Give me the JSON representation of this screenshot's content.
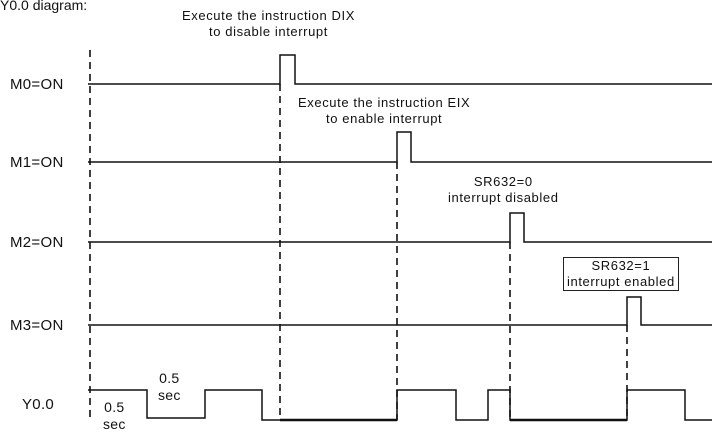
{
  "caption": "Y0.0 diagram:",
  "signals": [
    {
      "label": "M0=ON"
    },
    {
      "label": "M1=ON"
    },
    {
      "label": "M2=ON"
    },
    {
      "label": "M3=ON"
    },
    {
      "label": "Y0.0"
    }
  ],
  "annotations": {
    "dix": {
      "line1": "Execute the instruction DIX",
      "line2": "to disable interrupt"
    },
    "eix": {
      "line1": "Execute the instruction EIX",
      "line2": "to enable interrupt"
    },
    "sr_disabled": {
      "line1": "SR632=0",
      "line2": "interrupt disabled"
    },
    "sr_enabled": {
      "line1": "SR632=1",
      "line2": "interrupt enabled"
    }
  },
  "period_labels": {
    "low": {
      "line1": "0.5",
      "line2": "sec"
    },
    "high": {
      "line1": "0.5",
      "line2": "sec"
    }
  },
  "colors": {
    "line": "#111111",
    "dash": "#111111",
    "box_border": "#222222"
  }
}
